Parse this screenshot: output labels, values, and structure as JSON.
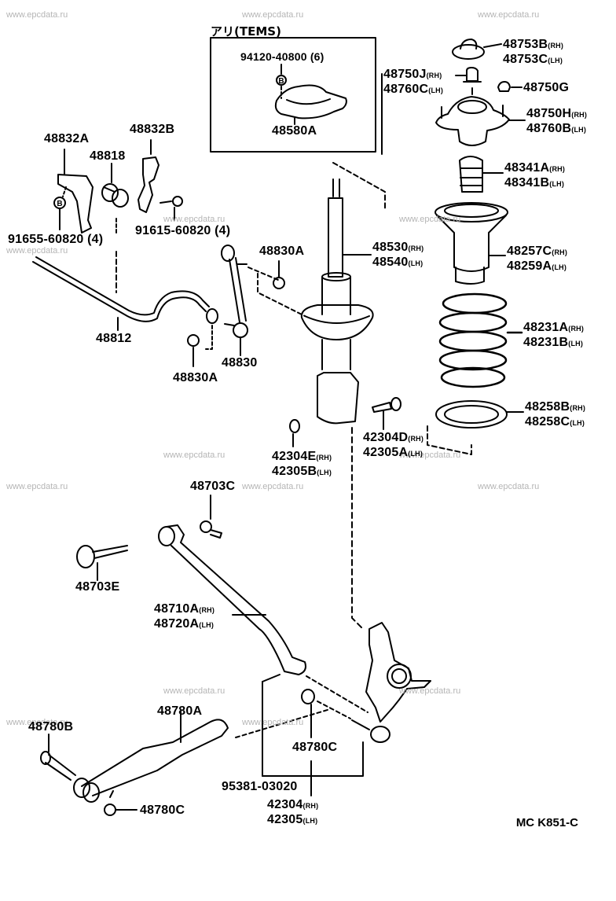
{
  "watermark": "www.epcdata.ru",
  "inset": {
    "title": "アリ(TEMS)",
    "bolt": "94120-40800 (6)",
    "part": "48580A",
    "marker": "B"
  },
  "labels": [
    {
      "id": "48753",
      "lines": [
        {
          "num": "48753B",
          "suf": "(RH)"
        },
        {
          "num": "48753C",
          "suf": "(LH)"
        }
      ]
    },
    {
      "id": "48750J",
      "lines": [
        {
          "num": "48750J",
          "suf": "(RH)"
        },
        {
          "num": "48760C",
          "suf": "(LH)"
        }
      ]
    },
    {
      "id": "48750G",
      "lines": [
        {
          "num": "48750G",
          "suf": ""
        }
      ]
    },
    {
      "id": "48750H",
      "lines": [
        {
          "num": "48750H",
          "suf": "(RH)"
        },
        {
          "num": "48760B",
          "suf": "(LH)"
        }
      ]
    },
    {
      "id": "48341",
      "lines": [
        {
          "num": "48341A",
          "suf": "(RH)"
        },
        {
          "num": "48341B",
          "suf": "(LH)"
        }
      ]
    },
    {
      "id": "48257",
      "lines": [
        {
          "num": "48257C",
          "suf": "(RH)"
        },
        {
          "num": "48259A",
          "suf": "(LH)"
        }
      ]
    },
    {
      "id": "48231",
      "lines": [
        {
          "num": "48231A",
          "suf": "(RH)"
        },
        {
          "num": "48231B",
          "suf": "(LH)"
        }
      ]
    },
    {
      "id": "48258",
      "lines": [
        {
          "num": "48258B",
          "suf": "(RH)"
        },
        {
          "num": "48258C",
          "suf": "(LH)"
        }
      ]
    },
    {
      "id": "48530",
      "lines": [
        {
          "num": "48530",
          "suf": "(RH)"
        },
        {
          "num": "48540",
          "suf": "(LH)"
        }
      ]
    },
    {
      "id": "48832A",
      "lines": [
        {
          "num": "48832A",
          "suf": ""
        }
      ]
    },
    {
      "id": "48832B",
      "lines": [
        {
          "num": "48832B",
          "suf": ""
        }
      ]
    },
    {
      "id": "48818",
      "lines": [
        {
          "num": "48818",
          "suf": ""
        }
      ]
    },
    {
      "id": "91655",
      "lines": [
        {
          "num": "91655-60820 (4)",
          "suf": ""
        }
      ]
    },
    {
      "id": "91615",
      "lines": [
        {
          "num": "91615-60820 (4)",
          "suf": ""
        }
      ]
    },
    {
      "id": "48830A-top",
      "lines": [
        {
          "num": "48830A",
          "suf": ""
        }
      ]
    },
    {
      "id": "48812",
      "lines": [
        {
          "num": "48812",
          "suf": ""
        }
      ]
    },
    {
      "id": "48830",
      "lines": [
        {
          "num": "48830",
          "suf": ""
        }
      ]
    },
    {
      "id": "48830A-bot",
      "lines": [
        {
          "num": "48830A",
          "suf": ""
        }
      ]
    },
    {
      "id": "42304E",
      "lines": [
        {
          "num": "42304E",
          "suf": "(RH)"
        },
        {
          "num": "42305B",
          "suf": "(LH)"
        }
      ]
    },
    {
      "id": "42304D",
      "lines": [
        {
          "num": "42304D",
          "suf": "(RH)"
        },
        {
          "num": "42305A",
          "suf": "(LH)"
        }
      ]
    },
    {
      "id": "48703C",
      "lines": [
        {
          "num": "48703C",
          "suf": ""
        }
      ]
    },
    {
      "id": "48703E",
      "lines": [
        {
          "num": "48703E",
          "suf": ""
        }
      ]
    },
    {
      "id": "48710A",
      "lines": [
        {
          "num": "48710A",
          "suf": "(RH)"
        },
        {
          "num": "48720A",
          "suf": "(LH)"
        }
      ]
    },
    {
      "id": "48780A",
      "lines": [
        {
          "num": "48780A",
          "suf": ""
        }
      ]
    },
    {
      "id": "48780B",
      "lines": [
        {
          "num": "48780B",
          "suf": ""
        }
      ]
    },
    {
      "id": "48780C-mid",
      "lines": [
        {
          "num": "48780C",
          "suf": ""
        }
      ]
    },
    {
      "id": "95381",
      "lines": [
        {
          "num": "95381-03020",
          "suf": ""
        }
      ]
    },
    {
      "id": "42304",
      "lines": [
        {
          "num": "42304",
          "suf": "(RH)"
        },
        {
          "num": "42305",
          "suf": "(LH)"
        }
      ]
    },
    {
      "id": "48780C-bot",
      "lines": [
        {
          "num": "48780C",
          "suf": ""
        }
      ]
    }
  ],
  "marker_b": "B",
  "diagram_code": "MC K851-C"
}
